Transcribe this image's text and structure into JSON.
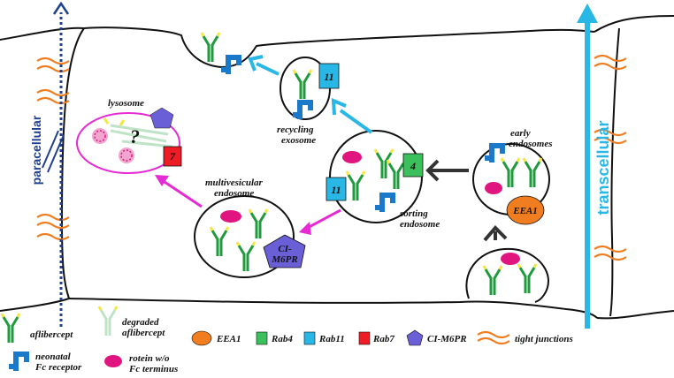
{
  "colors": {
    "aflibercept_green": "#1f9a3c",
    "degraded_green": "#bfe3c6",
    "antibody_yellow": "#f5e642",
    "fcrn_blue": "#1b79c9",
    "pink_protein": "#e0157f",
    "eea1_orange": "#f07d1f",
    "rab4_green": "#3cc05c",
    "rab11_blue": "#29b7e6",
    "rab7_red": "#ee1c24",
    "cim6pr_purple": "#6a5fd6",
    "tight_junction_orange": "#f07d1f",
    "arrow_cyan": "#29b7e6",
    "arrow_magenta": "#e62bd4",
    "arrow_dark": "#333333",
    "paracellular_navy": "#1f3f8f"
  },
  "labels": {
    "lysosome": "lysosome",
    "question": "?",
    "recycling": "recycling",
    "exosome": "exosome",
    "early": "early",
    "endosomes": "endosomes",
    "multivesicular": "multivesicular",
    "endosome": "endosome",
    "sorting": "sorting",
    "sorting_endosome": "endosome",
    "paracellular": "paracellular",
    "transcellular": "transcellular"
  },
  "markers": {
    "rab11_recycling": "11",
    "rab4": "4",
    "rab11_sorting": "11",
    "rab7": "7",
    "eea1": "EEA1",
    "cim6pr_line1": "CI-",
    "cim6pr_line2": "M6PR"
  },
  "legend": {
    "aflibercept": "aflibercept",
    "degraded_line1": "degraded",
    "degraded_line2": "aflibercept",
    "fcrn_line1": "neonatal",
    "fcrn_line2": "Fc receptor",
    "protein_line1": "rotein w/o",
    "protein_line2": "Fc terminus",
    "eea1": "EEA1",
    "rab4": "Rab4",
    "rab11": "Rab11",
    "rab7": "Rab7",
    "cim6pr": "CI-M6PR",
    "tight_junctions": "tight junctions"
  }
}
